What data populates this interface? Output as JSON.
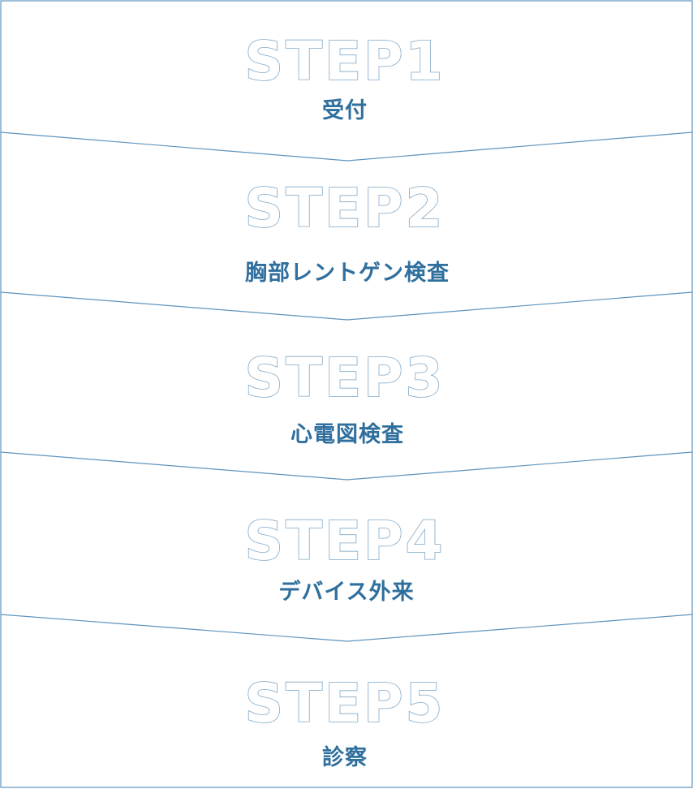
{
  "colors": {
    "border": "#5e93bd",
    "step_title_outline": "#7fa7c6",
    "step_label": "#2f6f9e",
    "background": "#ffffff"
  },
  "steps": [
    {
      "title": "STEP1",
      "label": "受付"
    },
    {
      "title": "STEP2",
      "label": "胸部レントゲン検査"
    },
    {
      "title": "STEP3",
      "label": "心電図検査"
    },
    {
      "title": "STEP4",
      "label": "デバイス外来"
    },
    {
      "title": "STEP5",
      "label": "診察"
    }
  ]
}
